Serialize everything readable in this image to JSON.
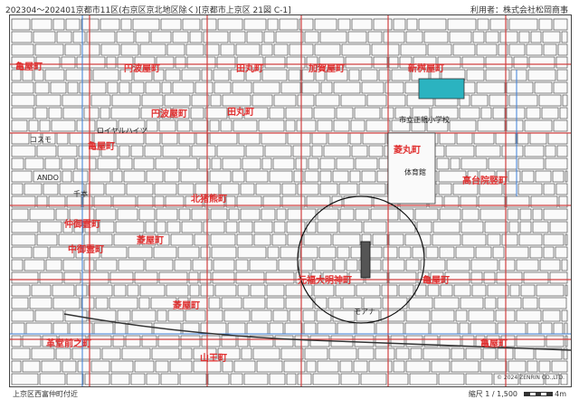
{
  "header": {
    "left": "202304～202401京都市11区(右京区京北地区除く)[京都市上京区 21図 C-1]",
    "right": "利用者：株式会社松岡商事"
  },
  "map": {
    "town_labels": [
      {
        "text": "亀屋町"
      },
      {
        "text": "円波屋町"
      },
      {
        "text": "田丸町"
      },
      {
        "text": "加賀屋町"
      },
      {
        "text": "新桝屋町"
      },
      {
        "text": "円波屋町"
      },
      {
        "text": "亀屋町"
      },
      {
        "text": "田丸町"
      },
      {
        "text": "菱丸町"
      },
      {
        "text": "高台院竪町"
      },
      {
        "text": "仲御霊町"
      },
      {
        "text": "中御霊町"
      },
      {
        "text": "北猪熊町"
      },
      {
        "text": "菱屋町"
      },
      {
        "text": "元福大明神町"
      },
      {
        "text": "亀屋町"
      },
      {
        "text": "菱屋町"
      },
      {
        "text": "革堂前之町"
      },
      {
        "text": "山王町"
      },
      {
        "text": "亀屋町"
      }
    ],
    "building_labels": [
      {
        "text": "市立正親小学校"
      },
      {
        "text": "体育館"
      },
      {
        "text": "コスモ"
      },
      {
        "text": "ロイヤルハイツ"
      },
      {
        "text": "モアナ"
      },
      {
        "text": "千本"
      },
      {
        "text": "ANDO"
      }
    ],
    "colors": {
      "town_label": "#e03030",
      "street_line": "#d04040",
      "block_outline": "#333333",
      "river_blue": "#3a7dd8",
      "school_fill": "#2bb3c0"
    }
  },
  "footer": {
    "location": "上京区西富仲町付近",
    "scale": "縮尺 1 / 1,500",
    "copyright": "© 2024 ZENRIN CO.,LTD.",
    "scale_unit": "4m"
  }
}
